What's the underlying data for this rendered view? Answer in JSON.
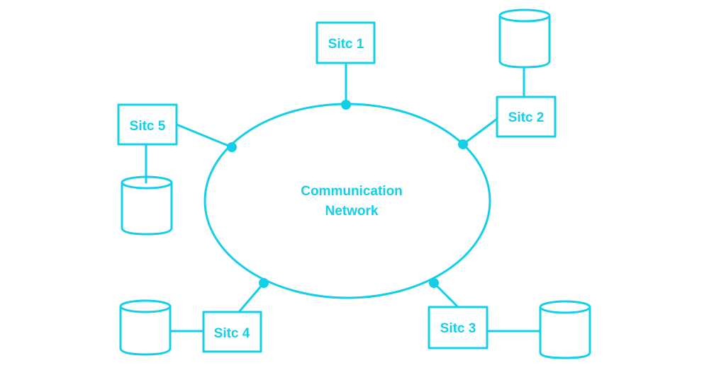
{
  "colors": {
    "line": "#14cfe8",
    "text": "#14cfe8",
    "background": "#ffffff"
  },
  "network": {
    "label_line1": "Communication",
    "label_line2": "Network"
  },
  "sites": [
    {
      "id": "site-1",
      "label": "Sitc 1"
    },
    {
      "id": "site-2",
      "label": "Sitc 2"
    },
    {
      "id": "site-3",
      "label": "Sitc 3"
    },
    {
      "id": "site-4",
      "label": "Sitc 4"
    },
    {
      "id": "site-5",
      "label": "Sitc 5"
    }
  ]
}
